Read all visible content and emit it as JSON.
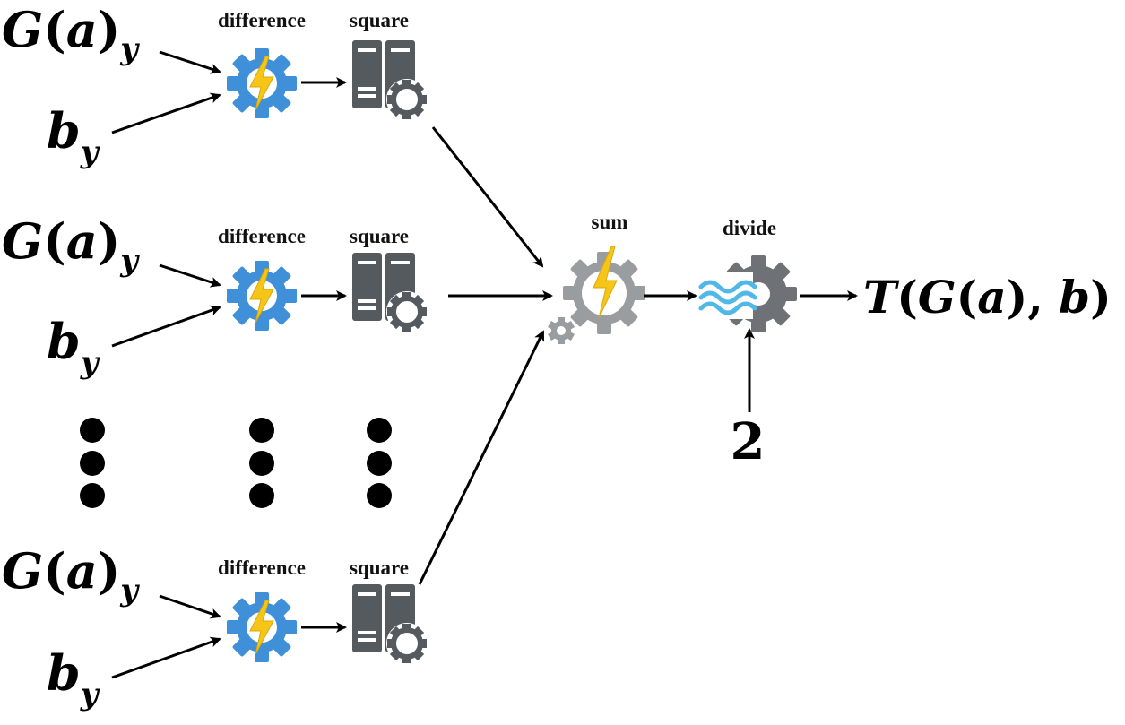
{
  "labels": {
    "difference": "difference",
    "square": "square",
    "sum": "sum",
    "divide": "divide"
  },
  "inputs": {
    "g_main": "G",
    "g_paren_open": "(",
    "g_var": "a",
    "g_paren_close": ")",
    "g_sub": "y",
    "b_main": "b",
    "b_sub": "y"
  },
  "output": {
    "t": "T",
    "open": "(",
    "g": "G",
    "open2": "(",
    "a": "a",
    "close2": ")",
    "comma": ", ",
    "b": "b",
    "close": ")"
  },
  "divisor": "2",
  "icons": {
    "difference": "lightning-gear-icon",
    "square": "server-gear-icon",
    "sum": "lightning-gear-icon",
    "divide": "wave-gear-icon",
    "ellipsis": "vertical-ellipsis-icon"
  },
  "colors": {
    "gear_blue": "#3f8fd9",
    "bolt_yellow": "#f5c518",
    "server_gray": "#555a5e",
    "gear_gray": "#8a8d90",
    "wave_blue": "#4fb8e8"
  }
}
